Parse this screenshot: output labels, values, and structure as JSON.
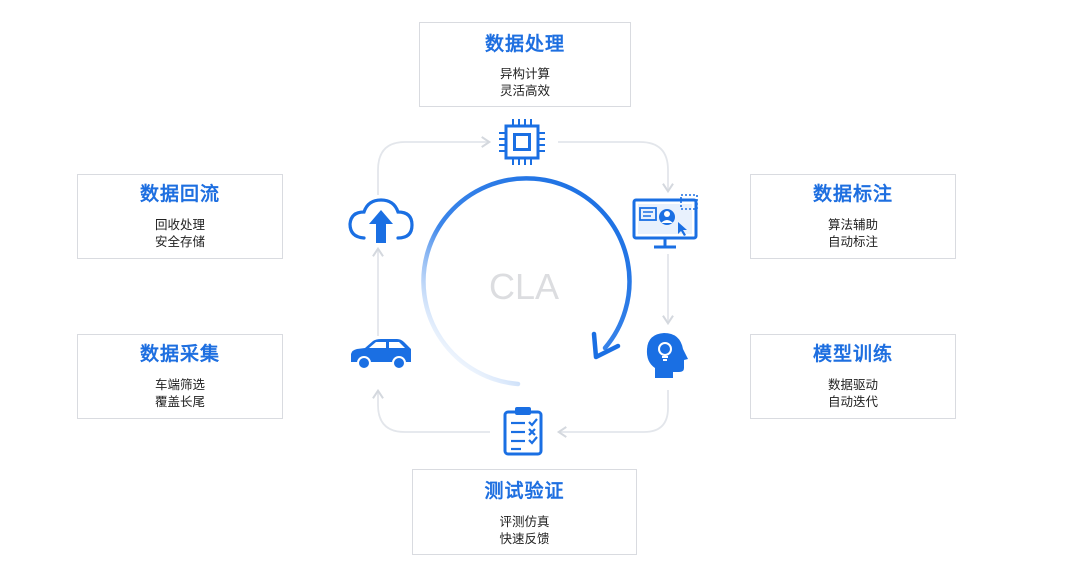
{
  "center_label": "CLA",
  "stages": {
    "data_processing": {
      "title": "数据处理",
      "line1": "异构计算",
      "line2": "灵活高效",
      "icon": "chip-icon"
    },
    "data_annotation": {
      "title": "数据标注",
      "line1": "算法辅助",
      "line2": "自动标注",
      "icon": "monitor-annotation-icon"
    },
    "model_training": {
      "title": "模型训练",
      "line1": "数据驱动",
      "line2": "自动迭代",
      "icon": "head-lightbulb-icon"
    },
    "test_validation": {
      "title": "测试验证",
      "line1": "评测仿真",
      "line2": "快速反馈",
      "icon": "clipboard-checklist-icon"
    },
    "data_collection": {
      "title": "数据采集",
      "line1": "车端筛选",
      "line2": "覆盖长尾",
      "icon": "car-icon"
    },
    "data_feedback": {
      "title": "数据回流",
      "line1": "回收处理",
      "line2": "安全存储",
      "icon": "cloud-upload-icon"
    }
  },
  "colors": {
    "accent": "#1e6fe0",
    "icon": "#1a6fe3",
    "card_border": "#d9dbe0",
    "connector": "#e3e6eb",
    "center_text": "#dcdde0"
  }
}
